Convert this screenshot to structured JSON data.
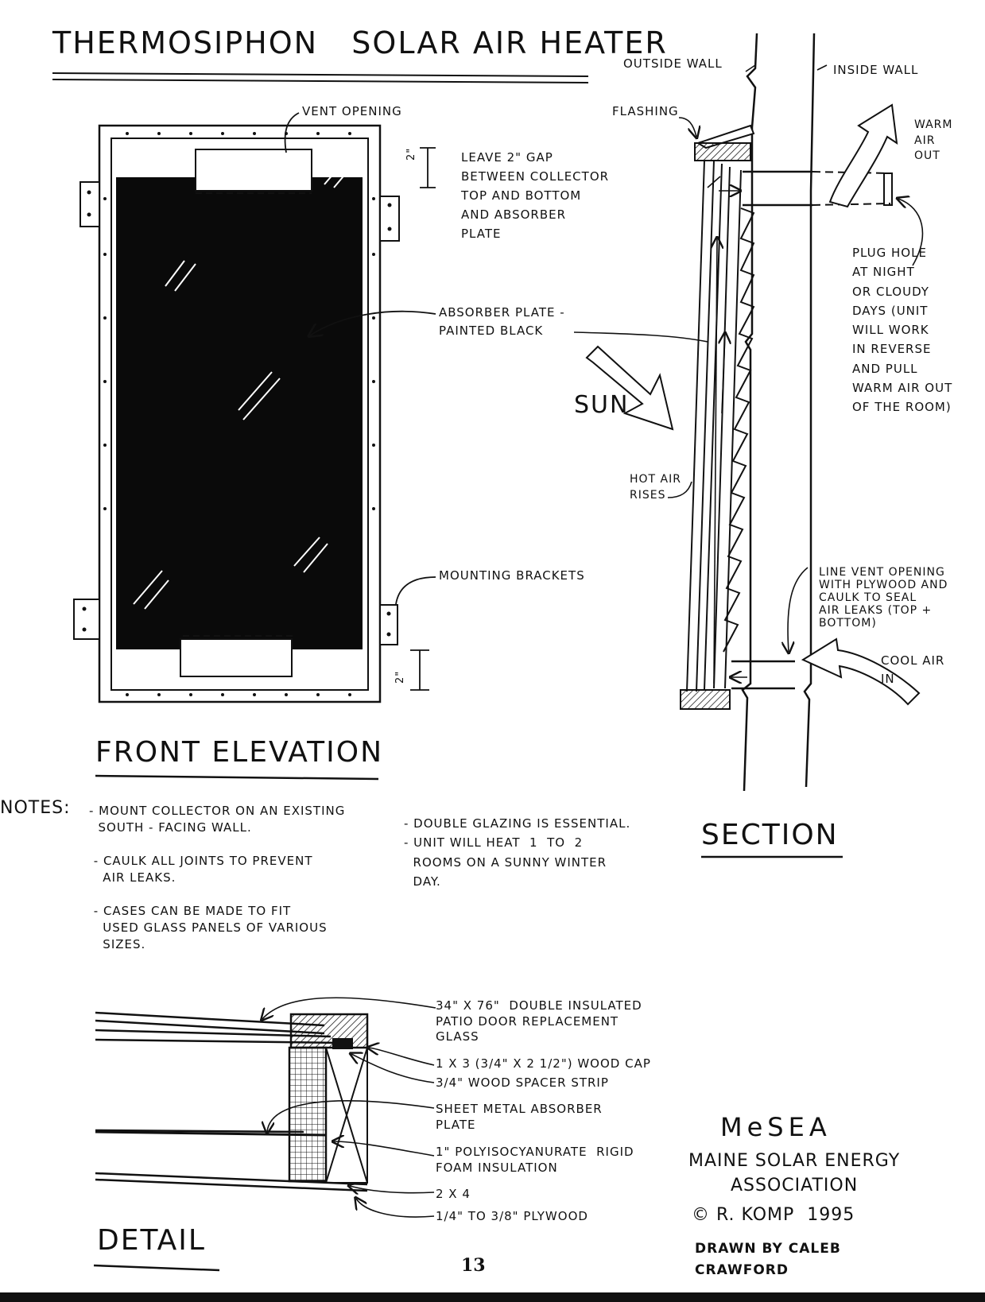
{
  "title": "THERMOSIPHON   SOLAR AIR HEATER",
  "front_elevation": {
    "heading": "FRONT ELEVATION",
    "vent_opening": "VENT OPENING",
    "gap_dim": "2\"",
    "gap_dim_bottom": "2\"",
    "gap_note": "LEAVE 2\" GAP\nBETWEEN COLLECTOR\nTOP AND BOTTOM\nAND ABSORBER\nPLATE",
    "absorber": "ABSORBER PLATE -\nPAINTED BLACK",
    "brackets": "MOUNTING BRACKETS"
  },
  "section": {
    "heading": "SECTION",
    "outside_wall": "OUTSIDE WALL",
    "inside_wall": "INSIDE WALL",
    "flashing": "FLASHING",
    "warm_air": "WARM\nAIR\nOUT",
    "plug_hole": "PLUG HOLE\nAT NIGHT\nOR CLOUDY\nDAYS (UNIT\nWILL WORK\nIN REVERSE\nAND PULL\nWARM AIR OUT\nOF THE ROOM)",
    "sun": "SUN",
    "hot_air": "HOT AIR\nRISES",
    "line_vent": "LINE VENT OPENING\nWITH PLYWOOD AND\nCAULK TO SEAL\nAIR LEAKS (TOP +\nBOTTOM)",
    "cool_air": "COOL AIR\nIN"
  },
  "notes": {
    "label": "NOTES:",
    "left": "- MOUNT COLLECTOR ON AN EXISTING\n  SOUTH - FACING WALL.\n\n - CAULK ALL JOINTS TO PREVENT\n   AIR LEAKS.\n\n - CASES CAN BE MADE TO FIT\n   USED GLASS PANELS OF VARIOUS\n   SIZES.",
    "right": "- DOUBLE GLAZING IS ESSENTIAL.\n- UNIT WILL HEAT  1  TO  2\n  ROOMS ON A SUNNY WINTER\n  DAY."
  },
  "detail": {
    "heading": "DETAIL",
    "glass": "34\" x 76\"  DOUBLE INSULATED\nPATIO DOOR REPLACEMENT\nGLASS",
    "cap": "1 x 3 (3/4\" x 2 1/2\") WOOD CAP",
    "spacer": "3/4\" WOOD SPACER STRIP",
    "sheet": "SHEET METAL ABSORBER\nPLATE",
    "foam": "1\" POLYISOCYANURATE  RIGID\nFOAM INSULATION",
    "twobyfour": "2 x 4",
    "plywood": "1/4\" to 3/8\" PLYWOOD"
  },
  "credits": {
    "mesea": "MeSEA",
    "org": "MAINE SOLAR ENERGY\nASSOCIATION",
    "copyright": "© R. KOMP  1995",
    "drawn": "DRAWN BY CALEB\nCRAWFORD"
  },
  "page_number": "13"
}
